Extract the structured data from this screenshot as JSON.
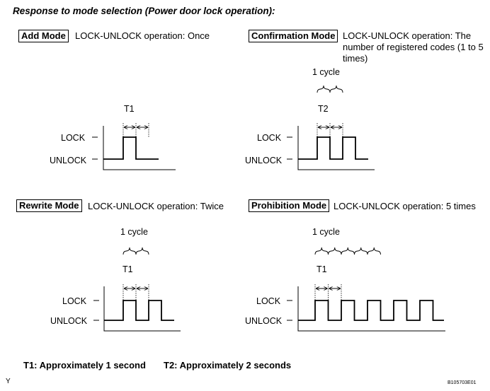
{
  "heading": "Response to mode selection (Power door lock operation):",
  "modes": {
    "add": {
      "name": "Add Mode",
      "operation": "LOCK-UNLOCK operation: Once",
      "timing_label": "T1",
      "cycle_label": "",
      "pulse_count": 1,
      "cycle_brace_count": 0
    },
    "confirmation": {
      "name": "Confirmation Mode",
      "operation": "LOCK-UNLOCK operation: The number of registered codes (1 to 5 times)",
      "timing_label": "T2",
      "cycle_label": "1 cycle",
      "pulse_count": 2,
      "cycle_brace_count": 2
    },
    "rewrite": {
      "name": "Rewrite Mode",
      "operation": "LOCK-UNLOCK operation: Twice",
      "timing_label": "T1",
      "cycle_label": "1 cycle",
      "pulse_count": 2,
      "cycle_brace_count": 2
    },
    "prohibition": {
      "name": "Prohibition Mode",
      "operation": "LOCK-UNLOCK operation: 5 times",
      "timing_label": "T1",
      "cycle_label": "1 cycle",
      "pulse_count": 5,
      "cycle_brace_count": 5
    }
  },
  "levels": {
    "lock": "LOCK",
    "unlock": "UNLOCK"
  },
  "legend": {
    "t1": "T1: Approximately 1 second",
    "t2": "T2: Approximately 2 seconds"
  },
  "figure_id": "B105703E01",
  "corner_mark": "Y"
}
